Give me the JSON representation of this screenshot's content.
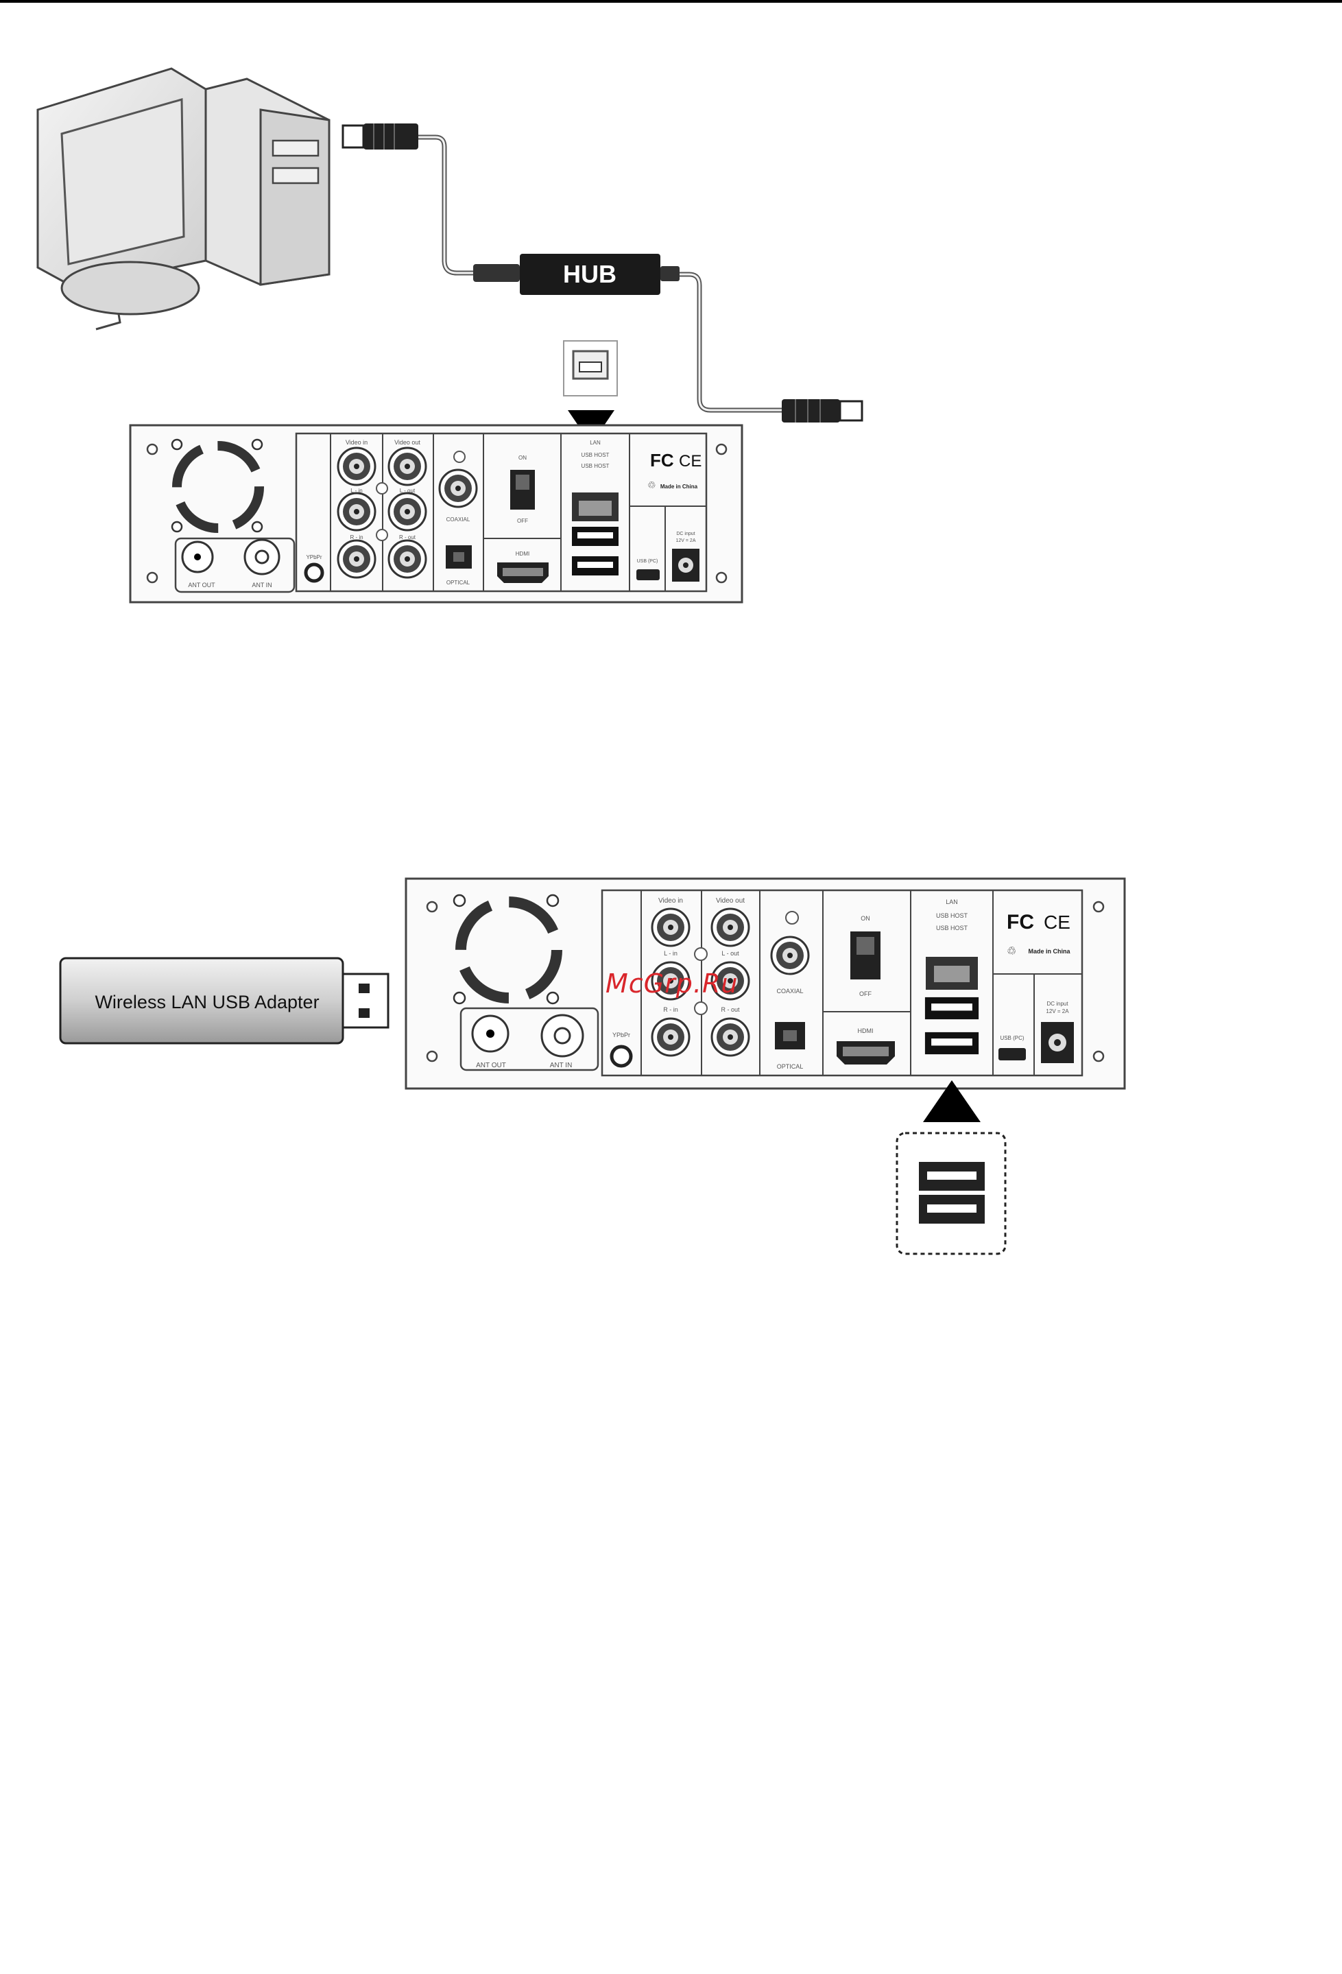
{
  "hub_label": "HUB",
  "adapter_label": "Wireless LAN USB Adapter",
  "watermark_text": "McGrp.Ru",
  "panel_labels": {
    "video_in": "Video in",
    "video_out": "Video out",
    "l_in": "L - in",
    "l_out": "L - out",
    "r_in": "R - in",
    "r_out": "R - out",
    "coaxial": "COAXIAL",
    "optical": "OPTICAL",
    "on": "ON",
    "off": "OFF",
    "hdmi": "HDMI",
    "lan": "LAN",
    "usb_host": "USB HOST",
    "usb_pc": "USB (PC)",
    "dc_input": "DC input",
    "dc_rating": "12V = 2A",
    "ant_out": "ANT OUT",
    "ant_in": "ANT IN",
    "ypbpr": "YPbPr",
    "fc_mark": "FC",
    "ce_mark": "CE",
    "made_in": "Made in China"
  },
  "colors": {
    "line": "#333333",
    "panel_bg": "#fafafa",
    "watermark": "#d9262b"
  }
}
